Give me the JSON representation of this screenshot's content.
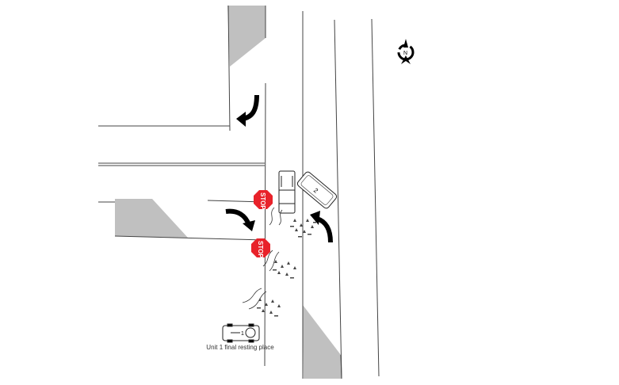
{
  "diagram": {
    "type": "crash-scene-diagram",
    "compass": {
      "label": "N"
    },
    "stop_signs": [
      {
        "label": "STOP"
      },
      {
        "label": "STOP"
      }
    ],
    "vehicles": [
      {
        "unit": "1",
        "label": "1"
      },
      {
        "unit": "2",
        "label": "2"
      }
    ],
    "annotations": {
      "unit1_caption": "Unit 1 final resting place"
    },
    "colors": {
      "stop_sign": "#e8222a",
      "median_fill": "#c0c0c0",
      "road_line": "#444444",
      "arrow": "#000000"
    }
  }
}
